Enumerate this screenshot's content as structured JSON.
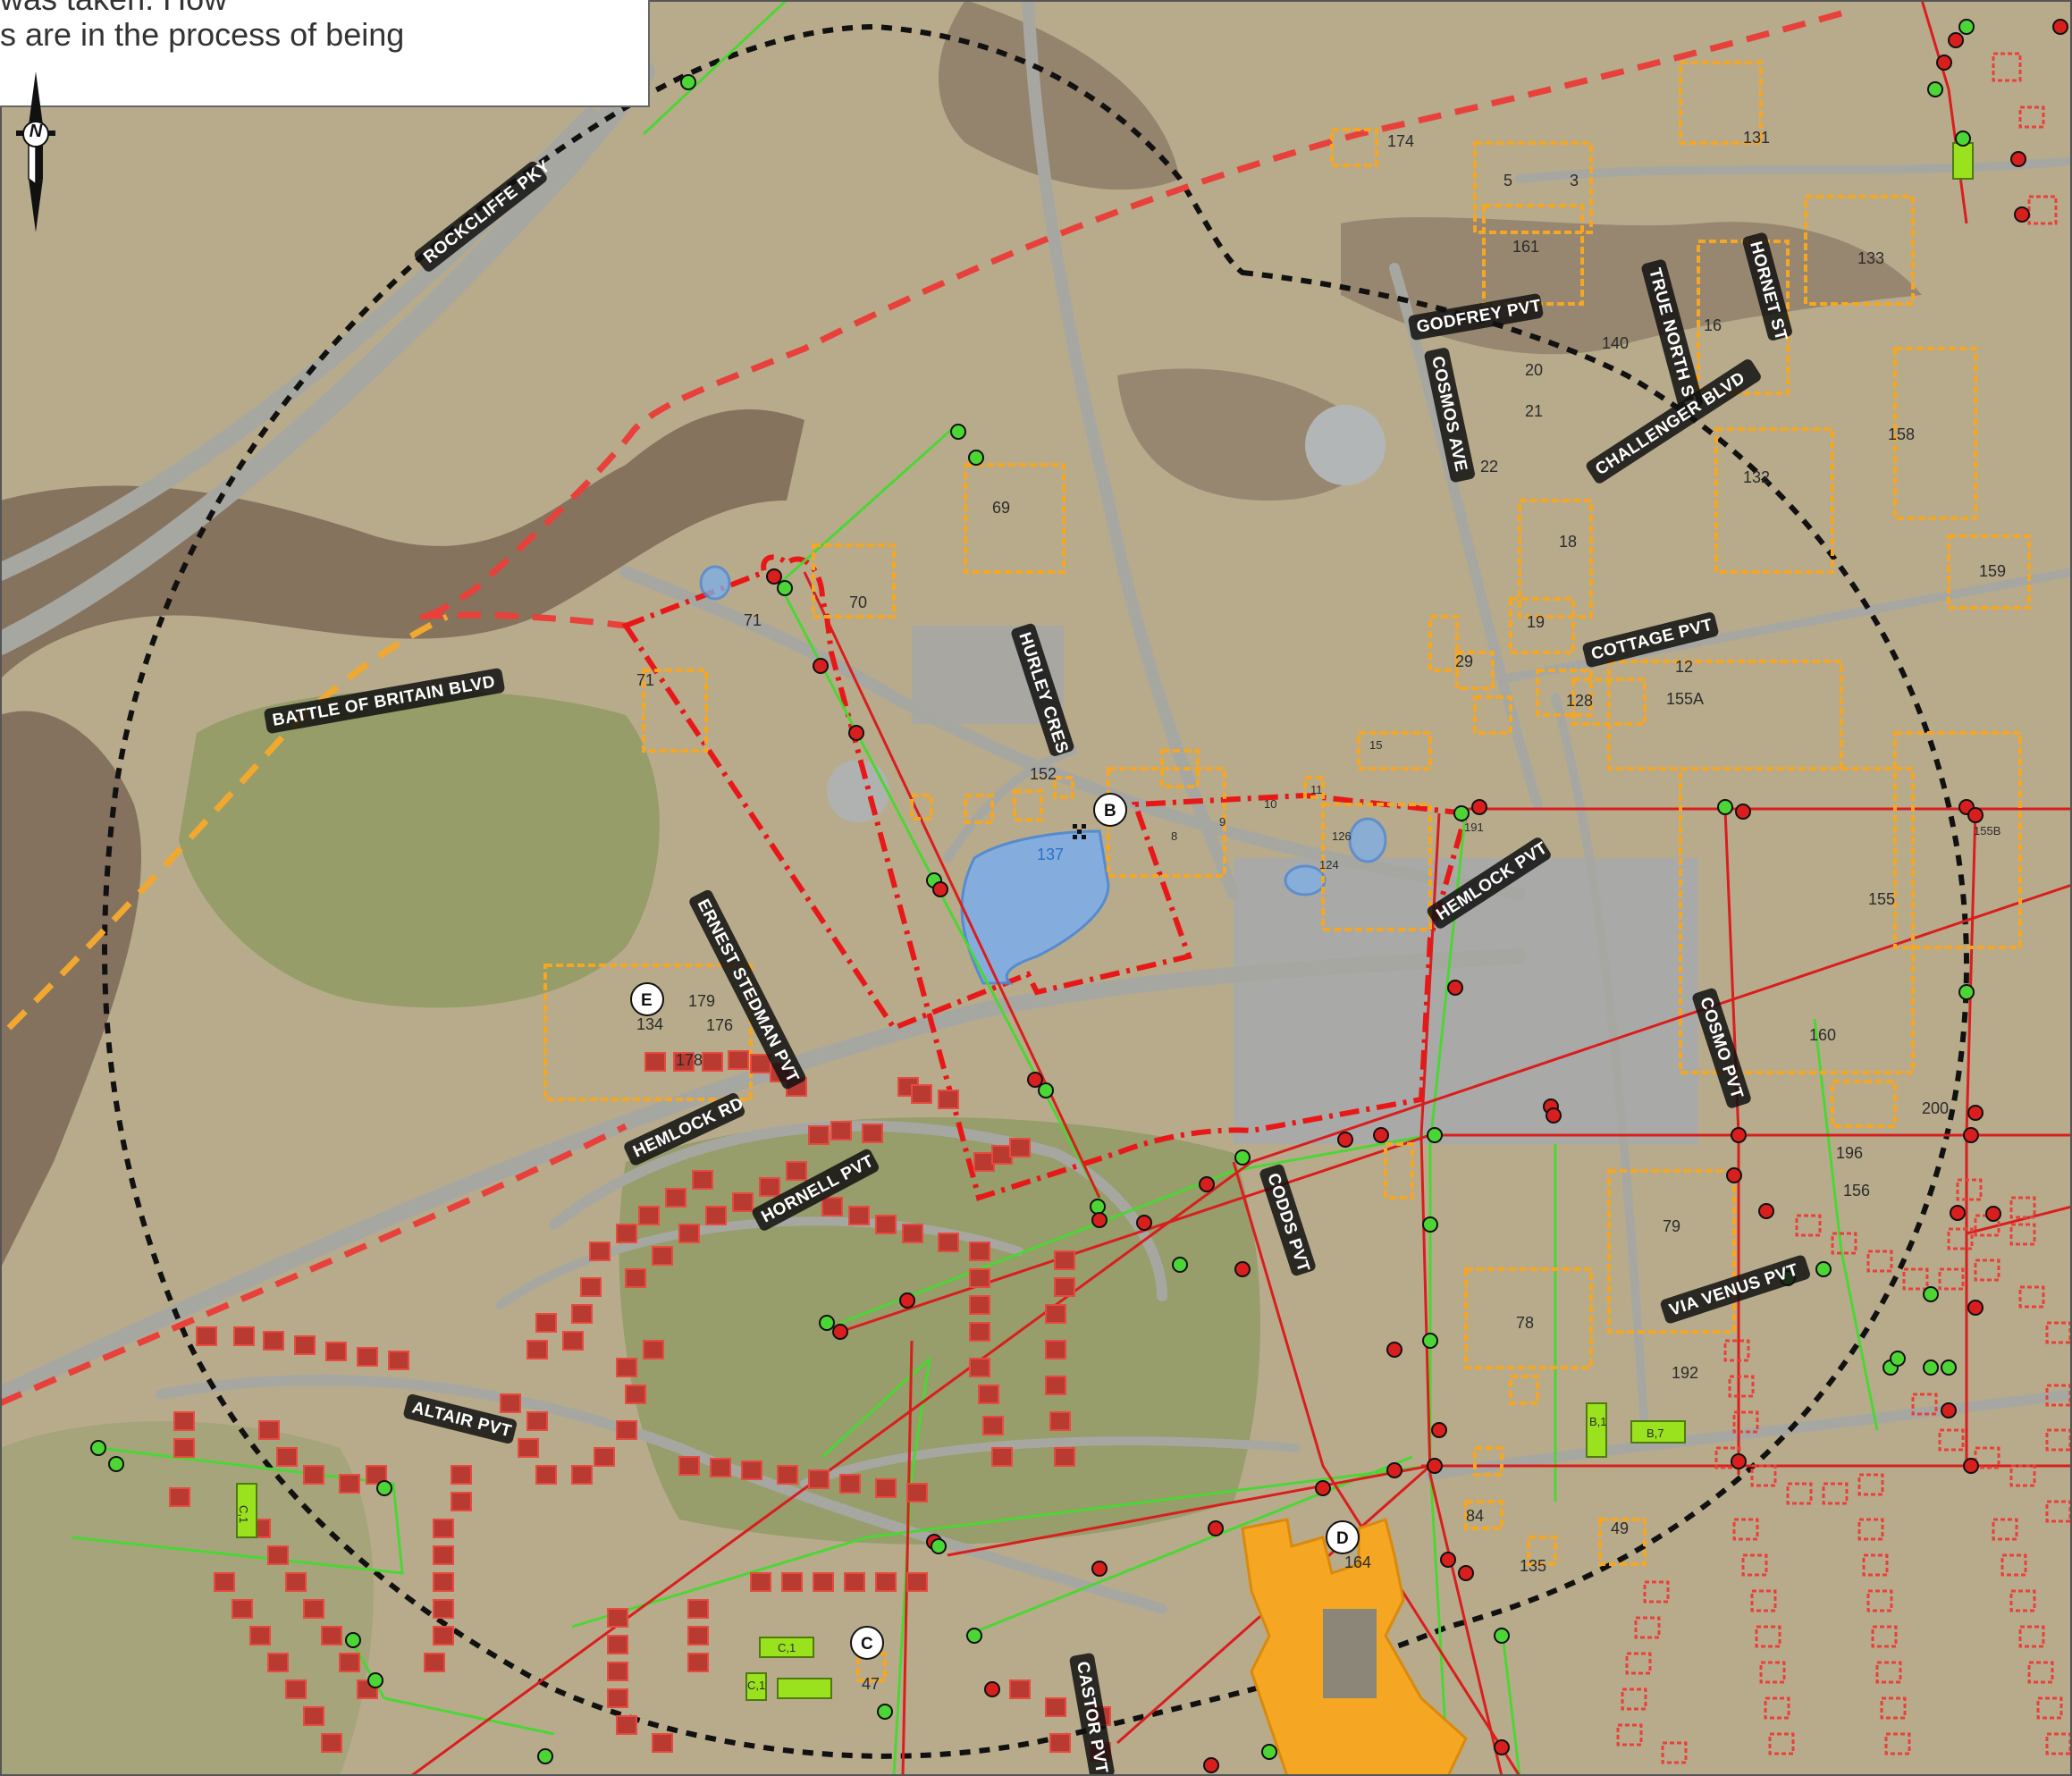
{
  "note": {
    "line1": "was taken. How",
    "line2": "s are in the process of being"
  },
  "north_arrow": {
    "label": "N",
    "icon": "north-arrow-icon"
  },
  "colors": {
    "aerial_base": "#b8ab8c",
    "grass": "#9aa070",
    "trees": "#6d5a4c",
    "road": "#a9a9a5",
    "parking": "#a3a6a6",
    "black_circle": "#111111",
    "red_dashed": "#e8403a",
    "orange_dashed": "#f0a830",
    "site_boundary": "#e81818",
    "green_line": "#4cd635",
    "red_line": "#d91e1e",
    "orange_building": "#f5a623",
    "red_building": "#c0392b",
    "blue_area": "#7faee6",
    "lime_building": "#9be21e"
  },
  "streets": [
    {
      "name": "ROCKCLIFFE PKY"
    },
    {
      "name": "BATTLE OF BRITAIN BLVD"
    },
    {
      "name": "HURLEY CRES"
    },
    {
      "name": "ERNEST STEDMAN PVT"
    },
    {
      "name": "HEMLOCK RD"
    },
    {
      "name": "HORNELL PVT"
    },
    {
      "name": "ALTAIR PVT"
    },
    {
      "name": "CODDS PVT"
    },
    {
      "name": "CASTOR PVT"
    },
    {
      "name": "GODFREY PVT"
    },
    {
      "name": "COSMOS AVE"
    },
    {
      "name": "TRUE NORTH ST"
    },
    {
      "name": "HORNET ST"
    },
    {
      "name": "CHALLENGER BLVD"
    },
    {
      "name": "COTTAGE PVT"
    },
    {
      "name": "HEMLOCK PVT"
    },
    {
      "name": "COSMO PVT"
    },
    {
      "name": "VIA VENUS PVT"
    }
  ],
  "sites": [
    "B",
    "C",
    "D",
    "E"
  ],
  "buildings": {
    "orange": [
      "174",
      "131",
      "5",
      "3",
      "161",
      "133",
      "16",
      "140",
      "20",
      "21",
      "22",
      "158",
      "132",
      "69",
      "70",
      "71",
      "71",
      "18",
      "159",
      "19",
      "29",
      "12",
      "128",
      "155A",
      "152",
      "137",
      "8",
      "9",
      "10",
      "11",
      "15",
      "126",
      "124",
      "191",
      "155B",
      "155",
      "160",
      "200",
      "196",
      "156",
      "79",
      "78",
      "192",
      "134",
      "179",
      "176",
      "178",
      "49",
      "84",
      "135",
      "164",
      "47"
    ],
    "lime": [
      "C,1",
      "B,1",
      "B,7",
      "C,1",
      "C,1"
    ]
  }
}
